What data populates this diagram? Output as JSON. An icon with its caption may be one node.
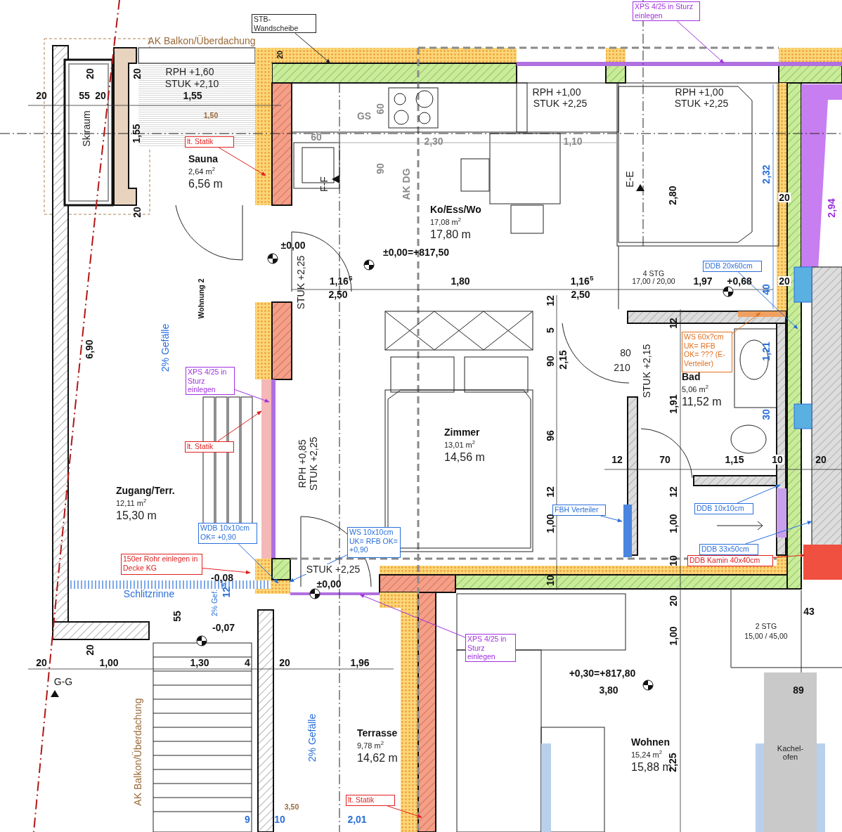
{
  "diagram": {
    "nodes": [
      {
        "text": [
          "STB- Wandscheibe"
        ]
      },
      {
        "text": [
          "XPS 4/25 in Sturz einlegen"
        ]
      },
      {
        "text": [
          "lt. Statik"
        ]
      },
      {
        "text": [
          "XPS 4/25 in Sturz einlegen"
        ]
      },
      {
        "text": [
          "lt. Statik"
        ]
      },
      {
        "text": [
          "WDB 10x10cm OK= +0,90"
        ]
      },
      {
        "text": [
          "WS 10x10cm UK= RFB OK= +0,90"
        ]
      },
      {
        "text": [
          "150er Rohr einlegen in Decke KG"
        ]
      },
      {
        "text": [
          "XPS 4/25 in Sturz einlegen"
        ]
      },
      {
        "text": [
          "lt. Statik"
        ]
      },
      {
        "text": [
          "DDB 20x60cm"
        ]
      },
      {
        "text": [
          "WS 60x?cm UK= RFB OK= ??? (E-Verteiler)"
        ]
      },
      {
        "text": [
          "FBH Verteiler"
        ]
      },
      {
        "text": [
          "DDB 10x10cm"
        ]
      },
      {
        "text": [
          "DDB 33x50cm"
        ]
      },
      {
        "text": [
          "DDB Kamin 40x40cm"
        ]
      },
      {
        "text": [
          "Sauna",
          "2,64 m$^{2}$",
          "6,56 m"
        ]
      },
      {
        "text": [
          "Ko/Ess/Wo",
          "17,08 m$^{2}$",
          "17,80 m"
        ]
      },
      {
        "text": [
          "Zimmer",
          "13,01 m$^{2}$",
          "14,56 m"
        ]
      },
      {
        "text": [
          "Bad",
          "5,06 m$^{2}$",
          "11,52 m"
        ]
      },
      {
        "text": [
          "Zugang/Terr.",
          "12,11 m$^{2}$",
          "15,30 m"
        ]
      },
      {
        "text": [
          "Terrasse",
          "9,78 m$^{2}$",
          "14,62 m"
        ]
      },
      {
        "text": [
          "Wohnen",
          "15,24 m$^{2}$",
          "15,88 m"
        ]
      },
      {
        "text": [
          "Kachel- ofen"
        ]
      }
    ],
    "edges": [
      {
        "from": 0,
        "to": null,
        "arrow": "to",
        "color": "#222222"
      },
      {
        "from": 1,
        "to": null,
        "arrow": "to",
        "color": "#a030e0"
      },
      {
        "from": 2,
        "to": null,
        "arrow": "to",
        "color": "#e02020"
      },
      {
        "from": 3,
        "to": null,
        "arrow": "to",
        "color": "#a030e0"
      },
      {
        "from": 4,
        "to": null,
        "arrow": "to",
        "color": "#e02020"
      },
      {
        "from": 5,
        "to": null,
        "arrow": "to"
      },
      {
        "from": 6,
        "to": null,
        "arrow": "to"
      },
      {
        "from": 7,
        "to": null,
        "arrow": "to",
        "color": "#e02020"
      },
      {
        "from": 8,
        "to": null,
        "arrow": "to",
        "color": "#a030e0"
      },
      {
        "from": 9,
        "to": null,
        "arrow": "to",
        "color": "#e02020"
      },
      {
        "from": 10,
        "to": null,
        "arrow": "to"
      },
      {
        "from": 11,
        "to": null,
        "arrow": "to",
        "color": "#e07020"
      },
      {
        "from": 12,
        "to": null,
        "arrow": "to"
      },
      {
        "from": 13,
        "to": null,
        "arrow": "to"
      },
      {
        "from": 14,
        "to": null,
        "arrow": "to"
      },
      {
        "from": 15,
        "to": null,
        "arrow": "to",
        "color": "#e02020"
      }
    ],
    "labels": [
      "AK Balkon/Überdachung",
      "20",
      "RPH +1,60",
      "STUK +2,10",
      "1,55",
      "1,50",
      "20",
      "55",
      "20",
      "20",
      "20",
      "1,55",
      "Skiraum",
      "20",
      "GS",
      "60",
      "60",
      "2,30",
      "1,10",
      "90",
      "AK DG",
      "F-F",
      "RPH +1,00",
      "STUK +2,25",
      "RPH +1,00",
      "STUK +2,25",
      "E-E",
      "2,80",
      "2,32",
      "2,94",
      "20",
      "±0,00",
      "STUK +2,25",
      "±0,00=+817,50",
      "1,16$^{5}$",
      "2,50",
      "1,80",
      "1,16$^{5}$",
      "2,50",
      "4 STG",
      "17,00 / 20,00",
      "1,97",
      "+0,68",
      "20",
      "40",
      "12",
      "5",
      "90",
      "2,15",
      "96",
      "12",
      "1,00",
      "10",
      "80",
      "210",
      "STUK +2,15",
      "12",
      "1,91",
      "1,21",
      "30",
      "12",
      "70",
      "1,15",
      "10",
      "20",
      "12",
      "1,00",
      "10",
      "20",
      "1,00",
      "6,90",
      "2% Gefälle",
      "Wohnung 2",
      "RPH +0,85",
      "STUK +2,25",
      "Schlitzrinne",
      "-0,08",
      "2% Gef.",
      "12$^{5}$",
      "-0,07",
      "55",
      "STUK +2,25",
      "±0,00",
      "20",
      "20",
      "1,00",
      "1,30",
      "4",
      "20",
      "1,96",
      "G-G",
      "AK Balkon/Überdachung",
      "2% Gefälle",
      "3,50",
      "9",
      "10",
      "2,01",
      "+0,30=+817,80",
      "3,80",
      "89",
      "43",
      "2 STG",
      "15,00 / 45,00",
      "2,25"
    ]
  }
}
